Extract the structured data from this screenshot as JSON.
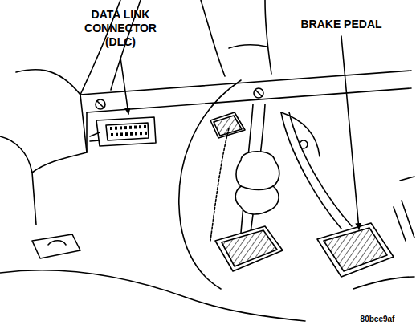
{
  "diagram": {
    "labels": [
      "DATA LINK CONNECTOR (DLC)",
      "BRAKE PEDAL",
      "80bce9af"
    ]
  }
}
